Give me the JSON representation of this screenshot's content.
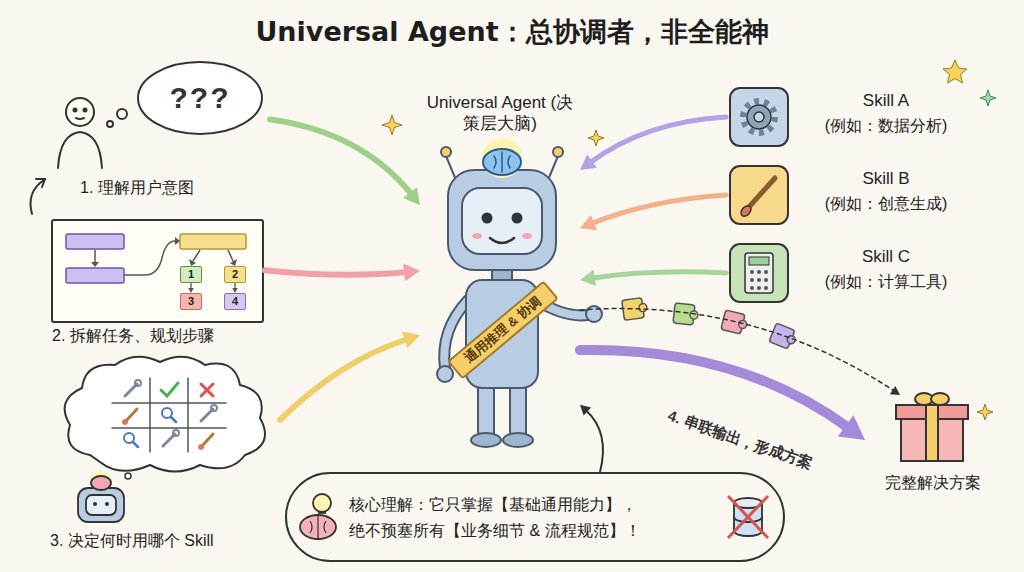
{
  "diagram": {
    "title": "Universal Agent：总协调者，非全能神",
    "nodes": [
      {
        "text": [
          "???",
          "1. 理解用户意图"
        ]
      },
      {
        "text": [
          "2. 拆解任务、规划步骤"
        ]
      },
      {
        "text": [
          "1"
        ],
        "in": 1
      },
      {
        "text": [
          "2"
        ],
        "in": 1
      },
      {
        "text": [
          "3"
        ],
        "in": 1
      },
      {
        "text": [
          "4"
        ],
        "in": 1
      },
      {
        "text": [
          "3. 决定何时用哪个 Skill"
        ]
      },
      {
        "text": [
          "Universal Agent (决策层大脑)",
          "通用推理 & 协调"
        ]
      },
      {
        "text": [
          "Skill A",
          "(例如：数据分析)"
        ]
      },
      {
        "text": [
          "Skill B",
          "(例如：创意生成)"
        ]
      },
      {
        "text": [
          "Skill C",
          "(例如：计算工具)"
        ]
      },
      {
        "text": [
          "核心理解：它只掌握【基础通用能力】， 绝不预塞所有【业务细节 & 流程规范】！"
        ]
      },
      {
        "text": [
          "完整解决方案"
        ]
      }
    ],
    "edges": [
      {
        "from": 0,
        "to": 7,
        "arrow": "to"
      },
      {
        "from": 1,
        "to": 7,
        "arrow": "to"
      },
      {
        "from": 6,
        "to": 7,
        "arrow": "to"
      },
      {
        "from": 8,
        "to": 7,
        "arrow": "to"
      },
      {
        "from": 9,
        "to": 7,
        "arrow": "to"
      },
      {
        "from": 10,
        "to": 7,
        "arrow": "to"
      },
      {
        "from": 7,
        "to": 12,
        "label": "4. 串联输出，形成方案",
        "arrow": "to"
      },
      {
        "from": 7,
        "to": 12,
        "arrow": "to"
      },
      {
        "from": 11,
        "to": 7,
        "arrow": "to"
      },
      {
        "from": 2,
        "to": 4,
        "arrow": "to"
      },
      {
        "from": 3,
        "to": 5,
        "arrow": "to"
      }
    ]
  }
}
